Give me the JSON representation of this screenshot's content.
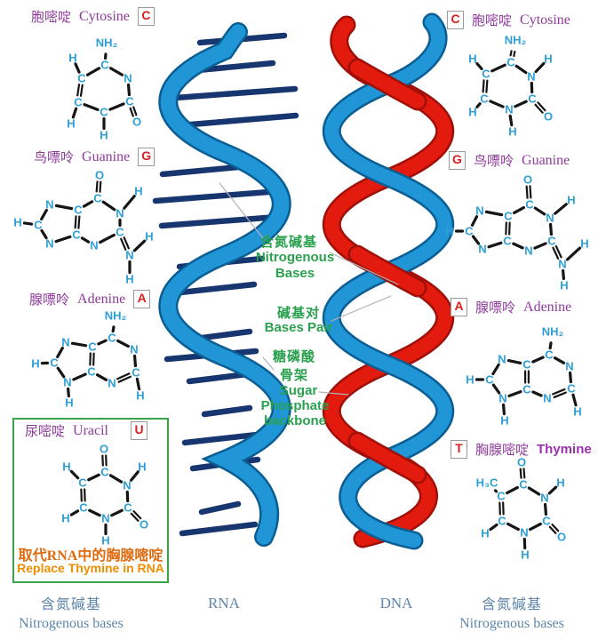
{
  "colors": {
    "purple": "#8E3A9A",
    "base_letter_red": "#D92020",
    "atom_blue": "#2D9FD6",
    "green": "#2BA14F",
    "orange_zh": "#DE6B10",
    "orange_en": "#EF8E00",
    "steel_blue": "#5E86A8",
    "rna_blue": "#2196D6",
    "dna_red": "#E21B0E",
    "bar_navy": "#17356F",
    "uracil_box_green": "#3AA34A"
  },
  "bases": {
    "left": [
      {
        "zh": "胞嘧啶",
        "en": "Cytosine",
        "letter": "C"
      },
      {
        "zh": "鸟嘌呤",
        "en": "Guanine",
        "letter": "G"
      },
      {
        "zh": "腺嘌呤",
        "en": "Adenine",
        "letter": "A"
      },
      {
        "zh": "尿嘧啶",
        "en": "Uracil",
        "letter": "U",
        "note_zh": "取代RNA中的胸腺嘧啶",
        "note_en": "Replace Thymine in RNA"
      }
    ],
    "right": [
      {
        "zh": "胞嘧啶",
        "en": "Cytosine",
        "letter": "C"
      },
      {
        "zh": "鸟嘌呤",
        "en": "Guanine",
        "letter": "G"
      },
      {
        "zh": "腺嘌呤",
        "en": "Adenine",
        "letter": "A"
      },
      {
        "zh": "胸腺嘧啶",
        "en": "Thymine",
        "letter": "T"
      }
    ]
  },
  "center_labels": {
    "nitrogenous_zh": "含氮碱基",
    "nitrogenous_en1": "Nitrogenous",
    "nitrogenous_en2": "Bases",
    "pair_zh": "碱基对",
    "pair_en": "Bases Pair",
    "backbone_zh1": "糖磷酸",
    "backbone_zh2": "骨架",
    "backbone_en1": "Sugar",
    "backbone_en2": "Phosphate",
    "backbone_en3": "backbone"
  },
  "bottom_labels": {
    "left_zh": "含氮碱基",
    "left_en": "Nitrogenous bases",
    "rna": "RNA",
    "dna": "DNA",
    "right_zh": "含氮碱基",
    "right_en": "Nitrogenous bases"
  },
  "molecules": {
    "cyt_l": {
      "atoms": [
        [
          65,
          10,
          "NH₂"
        ],
        [
          27,
          27,
          "H"
        ],
        [
          63,
          35,
          "C"
        ],
        [
          37,
          50,
          "C"
        ],
        [
          89,
          50,
          "N"
        ],
        [
          33,
          77,
          "C"
        ],
        [
          62,
          88,
          "C"
        ],
        [
          91,
          76,
          "C"
        ],
        [
          99,
          99,
          "O"
        ],
        [
          25,
          101,
          "H"
        ],
        [
          62,
          114,
          "H"
        ]
      ],
      "bonds": [
        [
          0,
          2,
          1
        ],
        [
          1,
          3,
          1
        ],
        [
          2,
          3,
          1
        ],
        [
          2,
          4,
          1
        ],
        [
          3,
          5,
          2
        ],
        [
          5,
          6,
          1
        ],
        [
          6,
          7,
          1
        ],
        [
          4,
          7,
          1
        ],
        [
          7,
          8,
          2
        ],
        [
          5,
          9,
          1
        ],
        [
          6,
          10,
          1
        ]
      ]
    },
    "gua_l": {
      "atoms": [
        [
          97,
          7,
          "O"
        ],
        [
          95,
          33,
          "C"
        ],
        [
          141,
          25,
          "H"
        ],
        [
          120,
          50,
          "N"
        ],
        [
          41,
          40,
          "N"
        ],
        [
          73,
          46,
          "C"
        ],
        [
          5,
          60,
          "H"
        ],
        [
          28,
          63,
          "C"
        ],
        [
          71,
          74,
          "C"
        ],
        [
          41,
          84,
          "N"
        ],
        [
          91,
          86,
          "N"
        ],
        [
          120,
          71,
          "C"
        ],
        [
          153,
          76,
          "H"
        ],
        [
          131,
          97,
          "N"
        ],
        [
          131,
          124,
          "H"
        ]
      ],
      "bonds": [
        [
          0,
          1,
          2
        ],
        [
          1,
          3,
          1
        ],
        [
          3,
          2,
          1
        ],
        [
          1,
          5,
          1
        ],
        [
          4,
          5,
          1
        ],
        [
          4,
          7,
          1
        ],
        [
          7,
          6,
          1
        ],
        [
          7,
          9,
          1
        ],
        [
          9,
          8,
          1
        ],
        [
          5,
          8,
          2
        ],
        [
          8,
          10,
          1
        ],
        [
          10,
          11,
          1
        ],
        [
          3,
          11,
          1
        ],
        [
          11,
          13,
          2
        ],
        [
          13,
          12,
          1
        ],
        [
          13,
          14,
          1
        ]
      ]
    },
    "ade_l": {
      "atoms": [
        [
          100,
          10,
          "NH₂"
        ],
        [
          96,
          35,
          "C"
        ],
        [
          44,
          40,
          "N"
        ],
        [
          74,
          45,
          "C"
        ],
        [
          121,
          48,
          "N"
        ],
        [
          10,
          64,
          "H"
        ],
        [
          31,
          63,
          "C"
        ],
        [
          73,
          73,
          "C"
        ],
        [
          123,
          74,
          "C"
        ],
        [
          46,
          85,
          "N"
        ],
        [
          96,
          86,
          "N"
        ],
        [
          128,
          100,
          "H"
        ],
        [
          48,
          108,
          "H"
        ]
      ],
      "bonds": [
        [
          0,
          1,
          1
        ],
        [
          1,
          4,
          1
        ],
        [
          4,
          8,
          1
        ],
        [
          8,
          10,
          2
        ],
        [
          10,
          7,
          1
        ],
        [
          7,
          3,
          2
        ],
        [
          3,
          1,
          1
        ],
        [
          3,
          2,
          1
        ],
        [
          2,
          6,
          1
        ],
        [
          6,
          5,
          1
        ],
        [
          6,
          9,
          1
        ],
        [
          9,
          7,
          1
        ],
        [
          9,
          12,
          1
        ],
        [
          8,
          11,
          1
        ]
      ]
    },
    "ura_l": {
      "atoms": [
        [
          57,
          10,
          "O"
        ],
        [
          15,
          30,
          "H"
        ],
        [
          58,
          36,
          "C"
        ],
        [
          100,
          30,
          "H"
        ],
        [
          33,
          48,
          "C"
        ],
        [
          83,
          51,
          "N"
        ],
        [
          34,
          76,
          "C"
        ],
        [
          84,
          76,
          "C"
        ],
        [
          59,
          88,
          "N"
        ],
        [
          102,
          95,
          "O"
        ],
        [
          14,
          88,
          "H"
        ],
        [
          59,
          113,
          "H"
        ]
      ],
      "bonds": [
        [
          0,
          2,
          2
        ],
        [
          1,
          4,
          1
        ],
        [
          2,
          4,
          1
        ],
        [
          2,
          5,
          1
        ],
        [
          5,
          3,
          1
        ],
        [
          4,
          6,
          2
        ],
        [
          6,
          8,
          1
        ],
        [
          8,
          7,
          1
        ],
        [
          7,
          5,
          1
        ],
        [
          7,
          9,
          2
        ],
        [
          6,
          10,
          1
        ],
        [
          8,
          11,
          1
        ]
      ]
    },
    "cyt_r": {
      "atoms": [
        [
          60,
          10,
          "NH₂"
        ],
        [
          12,
          31,
          "H"
        ],
        [
          55,
          35,
          "C"
        ],
        [
          97,
          31,
          "H"
        ],
        [
          27,
          48,
          "C"
        ],
        [
          78,
          51,
          "N"
        ],
        [
          25,
          76,
          "C"
        ],
        [
          53,
          88,
          "N"
        ],
        [
          79,
          76,
          "C"
        ],
        [
          97,
          96,
          "O"
        ],
        [
          12,
          91,
          "H"
        ],
        [
          57,
          113,
          "H"
        ]
      ],
      "bonds": [
        [
          0,
          2,
          2
        ],
        [
          1,
          4,
          1
        ],
        [
          2,
          4,
          1
        ],
        [
          2,
          5,
          1
        ],
        [
          5,
          3,
          1
        ],
        [
          4,
          6,
          2
        ],
        [
          6,
          7,
          1
        ],
        [
          7,
          8,
          1
        ],
        [
          8,
          5,
          1
        ],
        [
          8,
          9,
          2
        ],
        [
          6,
          10,
          1
        ],
        [
          7,
          11,
          1
        ]
      ]
    },
    "gua_r": {
      "atoms": [
        [
          99,
          7,
          "O"
        ],
        [
          101,
          35,
          "C"
        ],
        [
          148,
          30,
          "H"
        ],
        [
          124,
          50,
          "N"
        ],
        [
          45,
          42,
          "N"
        ],
        [
          77,
          48,
          "C"
        ],
        [
          11,
          65,
          "H"
        ],
        [
          33,
          65,
          "C"
        ],
        [
          76,
          76,
          "C"
        ],
        [
          48,
          85,
          "N"
        ],
        [
          100,
          87,
          "N"
        ],
        [
          126,
          76,
          "C"
        ],
        [
          163,
          79,
          "H"
        ],
        [
          138,
          102,
          "N"
        ],
        [
          140,
          126,
          "H"
        ]
      ],
      "bonds": [
        [
          0,
          1,
          2
        ],
        [
          1,
          3,
          1
        ],
        [
          3,
          2,
          1
        ],
        [
          1,
          5,
          1
        ],
        [
          4,
          5,
          1
        ],
        [
          4,
          7,
          1
        ],
        [
          7,
          6,
          1
        ],
        [
          7,
          9,
          1
        ],
        [
          9,
          8,
          1
        ],
        [
          5,
          8,
          2
        ],
        [
          8,
          10,
          1
        ],
        [
          10,
          11,
          1
        ],
        [
          3,
          11,
          1
        ],
        [
          11,
          13,
          2
        ],
        [
          13,
          12,
          1
        ],
        [
          13,
          14,
          1
        ]
      ]
    },
    "ade_r": {
      "atoms": [
        [
          102,
          13,
          "NH₂"
        ],
        [
          98,
          39,
          "C"
        ],
        [
          45,
          44,
          "N"
        ],
        [
          73,
          50,
          "C"
        ],
        [
          121,
          52,
          "N"
        ],
        [
          9,
          67,
          "H"
        ],
        [
          31,
          67,
          "C"
        ],
        [
          73,
          78,
          "C"
        ],
        [
          123,
          77,
          "C"
        ],
        [
          46,
          88,
          "N"
        ],
        [
          96,
          88,
          "N"
        ],
        [
          130,
          103,
          "H"
        ],
        [
          48,
          113,
          "H"
        ]
      ],
      "bonds": [
        [
          0,
          1,
          1
        ],
        [
          1,
          4,
          1
        ],
        [
          4,
          8,
          1
        ],
        [
          8,
          10,
          2
        ],
        [
          10,
          7,
          1
        ],
        [
          7,
          3,
          2
        ],
        [
          3,
          1,
          1
        ],
        [
          3,
          2,
          1
        ],
        [
          2,
          6,
          1
        ],
        [
          6,
          5,
          1
        ],
        [
          6,
          9,
          1
        ],
        [
          9,
          7,
          1
        ],
        [
          9,
          12,
          1
        ],
        [
          8,
          11,
          1
        ]
      ]
    },
    "thy_r": {
      "atoms": [
        [
          57,
          10,
          "O"
        ],
        [
          18,
          33,
          "H₃C"
        ],
        [
          59,
          35,
          "C"
        ],
        [
          101,
          33,
          "H"
        ],
        [
          34,
          48,
          "C"
        ],
        [
          83,
          50,
          "N"
        ],
        [
          35,
          76,
          "C"
        ],
        [
          85,
          76,
          "C"
        ],
        [
          60,
          89,
          "N"
        ],
        [
          102,
          94,
          "O"
        ],
        [
          16,
          90,
          "H"
        ],
        [
          61,
          114,
          "H"
        ]
      ],
      "bonds": [
        [
          0,
          2,
          2
        ],
        [
          1,
          4,
          1
        ],
        [
          2,
          4,
          1
        ],
        [
          2,
          5,
          1
        ],
        [
          5,
          3,
          1
        ],
        [
          4,
          6,
          2
        ],
        [
          6,
          8,
          1
        ],
        [
          8,
          7,
          1
        ],
        [
          7,
          5,
          1
        ],
        [
          7,
          9,
          2
        ],
        [
          6,
          10,
          1
        ],
        [
          8,
          11,
          1
        ]
      ]
    }
  }
}
